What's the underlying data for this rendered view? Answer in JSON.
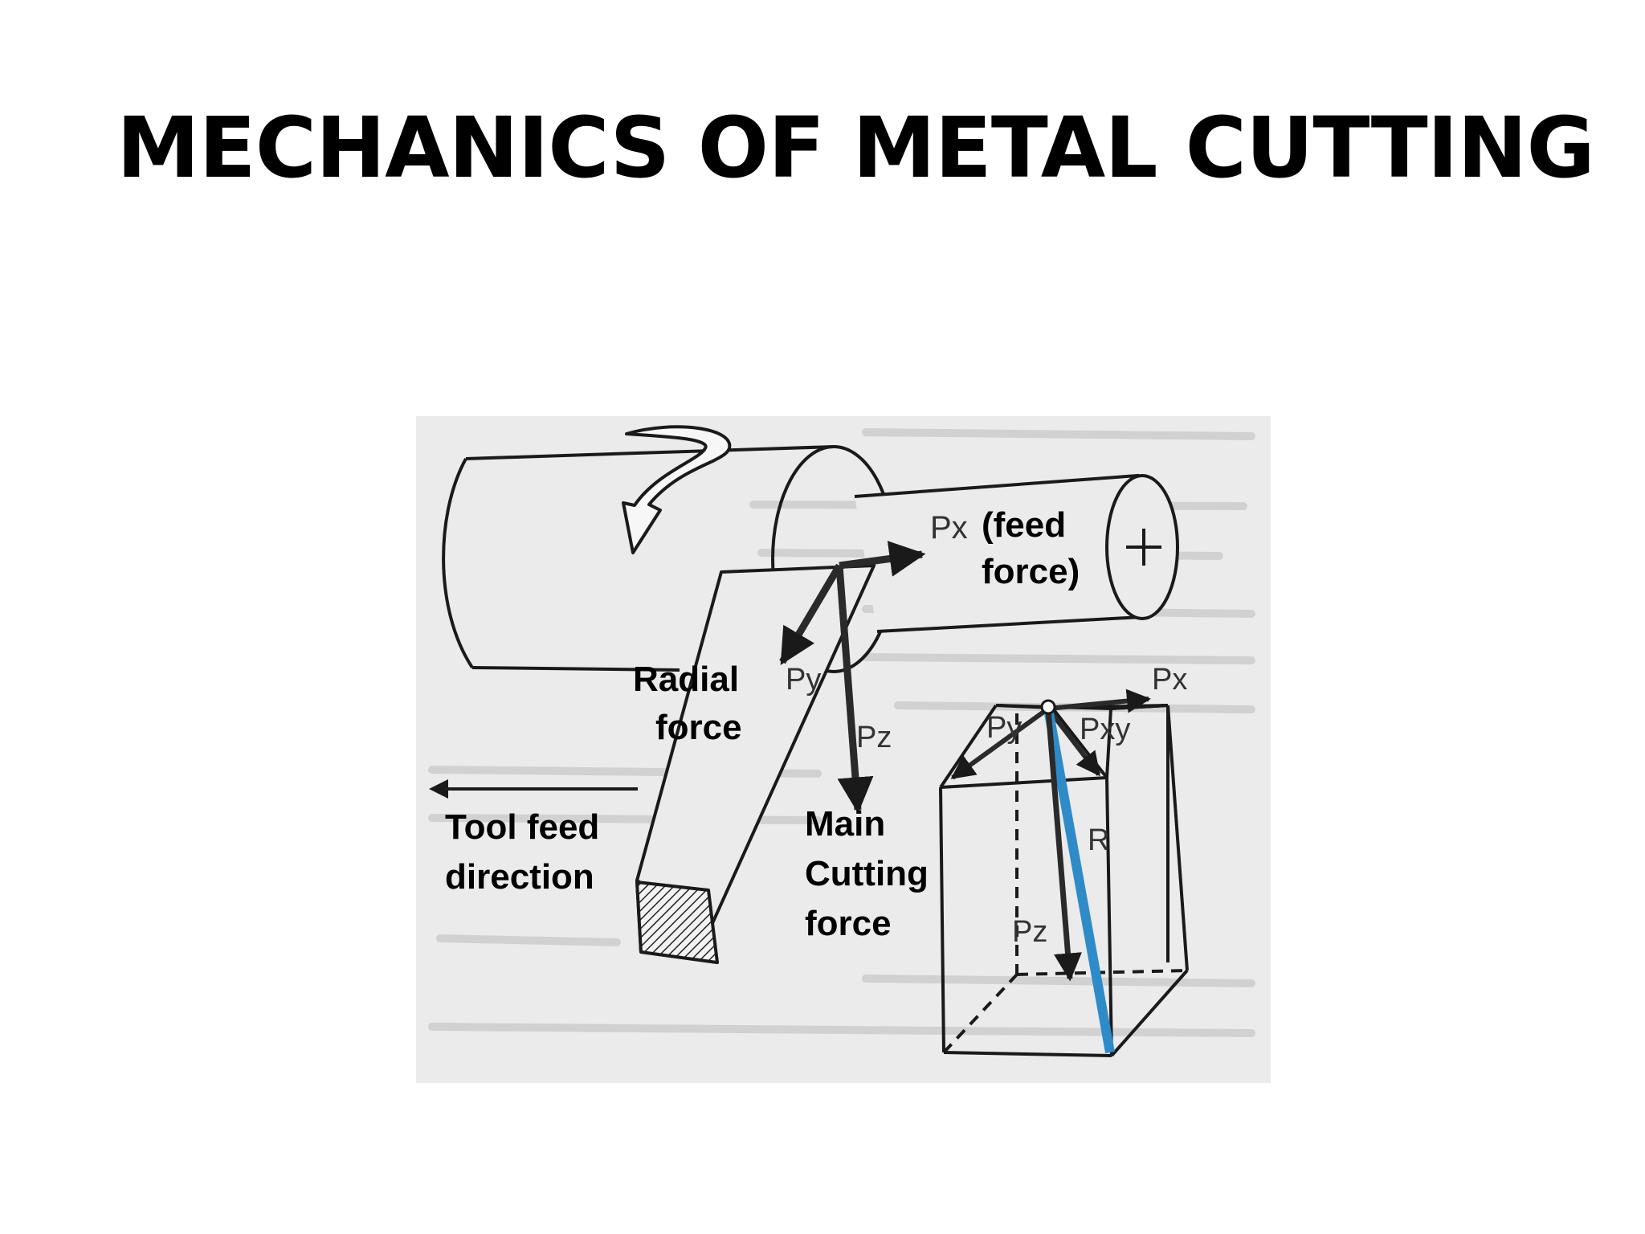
{
  "slide": {
    "title": "MECHANICS OF METAL CUTTING"
  },
  "diagram": {
    "labels": {
      "feed_force_line1": "(feed",
      "feed_force_line2": "force)",
      "radial_force_line1": "Radial",
      "radial_force_line2": "force",
      "tool_feed_line1": "Tool feed",
      "tool_feed_line2": "direction",
      "main_cutting_line1": "Main",
      "main_cutting_line2": "Cutting",
      "main_cutting_line3": "force"
    },
    "symbols": {
      "px_main": "Px",
      "py_main": "Py",
      "pz_main": "Pz",
      "px_box": "Px",
      "py_box": "Py",
      "pxy_box": "Pxy",
      "pz_box": "Pz",
      "r_box": "R"
    },
    "colors": {
      "resultant": "#2e8bc8",
      "ink": "#1a1a1a",
      "paper": "#ebebeb"
    }
  }
}
